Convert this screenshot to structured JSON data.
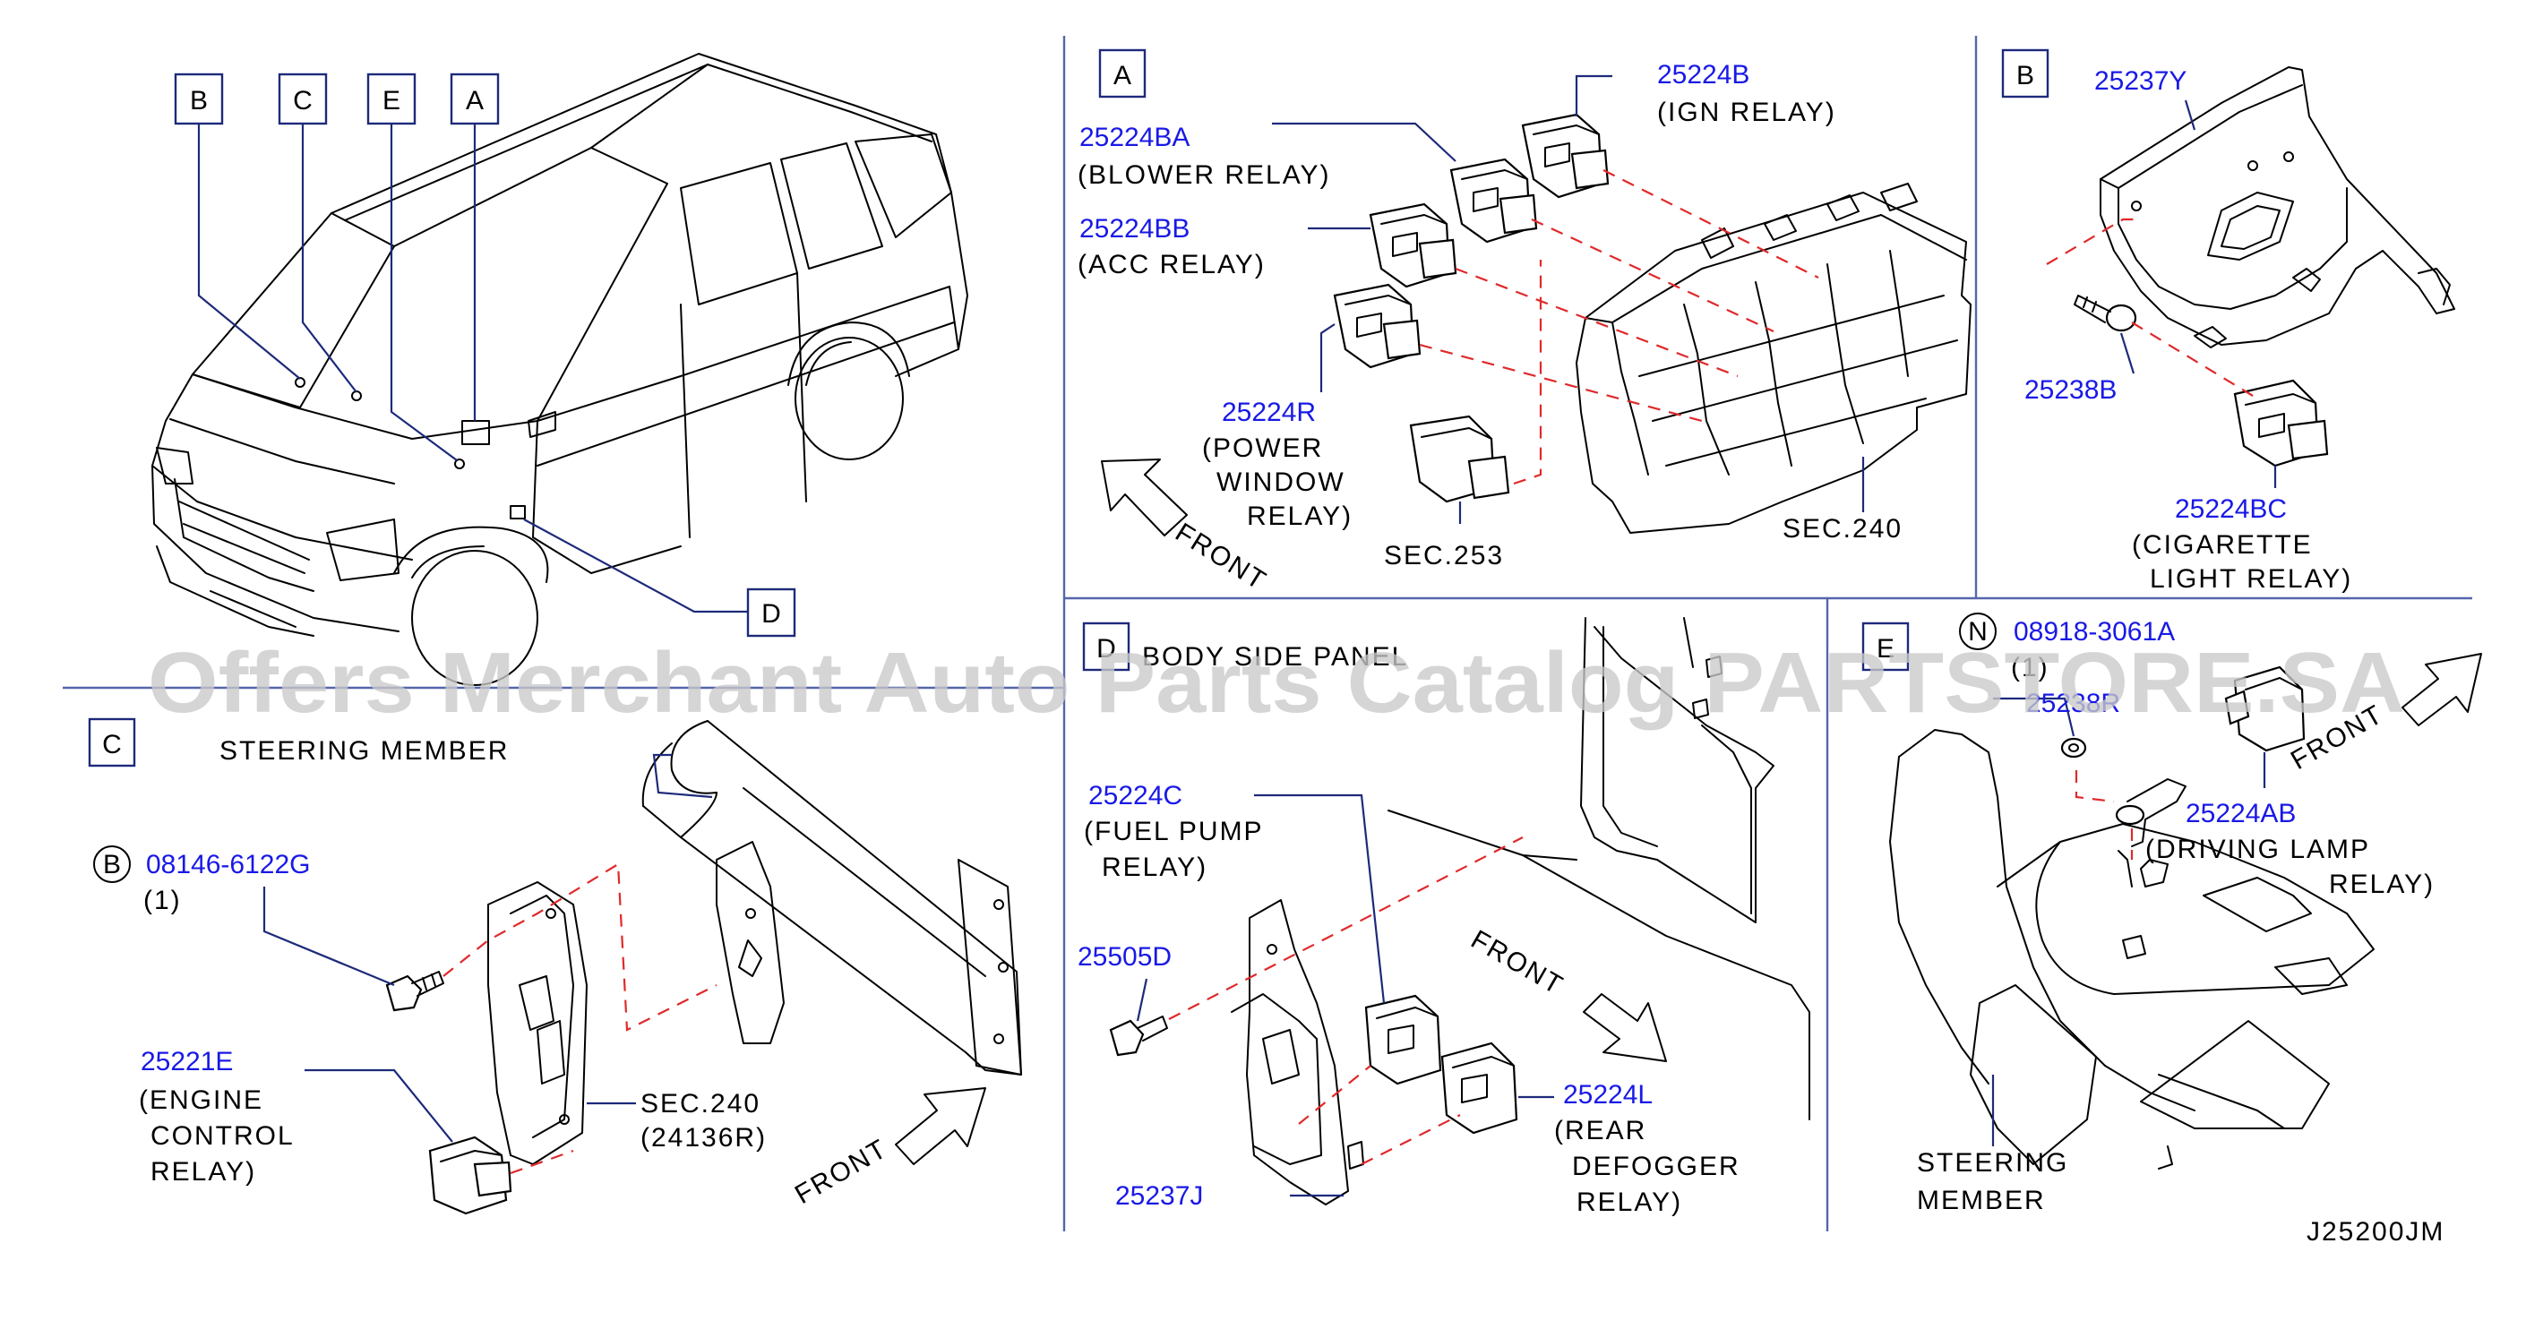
{
  "diagram_code": "J25200JM",
  "watermark": "Offers Merchant Auto Parts Catalog PARTSTORE.SA",
  "section_labels": [
    "A",
    "B",
    "C",
    "D",
    "E"
  ],
  "vehicle_callouts": [
    "B",
    "C",
    "E",
    "A",
    "D"
  ],
  "colors": {
    "part_number": "#1919e6",
    "text": "#000000",
    "leader": "#1d2a7a",
    "divider": "#5566aa",
    "phantom_line": "#e0292b"
  },
  "section_a": {
    "label": "A",
    "parts": [
      {
        "number": "25224B",
        "desc": [
          "(IGN  RELAY)"
        ]
      },
      {
        "number": "25224BA",
        "desc": [
          "(BLOWER  RELAY)"
        ]
      },
      {
        "number": "25224BB",
        "desc": [
          "(ACC  RELAY)"
        ]
      },
      {
        "number": "25224R",
        "desc": [
          "(POWER",
          "WINDOW",
          "RELAY)"
        ]
      }
    ],
    "refs": [
      "SEC.253",
      "SEC.240"
    ],
    "front": "FRONT"
  },
  "section_b": {
    "label": "B",
    "parts": [
      {
        "number": "25237Y",
        "desc": []
      },
      {
        "number": "25238B",
        "desc": []
      },
      {
        "number": "25224BC",
        "desc": [
          "(CIGARETTE",
          "LIGHT  RELAY)"
        ]
      }
    ]
  },
  "section_c": {
    "label": "C",
    "member": "STEERING  MEMBER",
    "parts": [
      {
        "marker": "B",
        "number": "08146-6122G",
        "qty": "(1)"
      },
      {
        "number": "25221E",
        "desc": [
          "(ENGINE",
          "CONTROL",
          "RELAY)"
        ]
      }
    ],
    "refs": [
      "SEC.240",
      "(24136R)"
    ],
    "front": "FRONT"
  },
  "section_d": {
    "label": "D",
    "panel": "BODY  SIDE  PANEL",
    "parts": [
      {
        "number": "25224C",
        "desc": [
          "(FUEL  PUMP",
          "RELAY)"
        ]
      },
      {
        "number": "25505D",
        "desc": []
      },
      {
        "number": "25224L",
        "desc": [
          "(REAR",
          "DEFOGGER",
          "RELAY)"
        ]
      },
      {
        "number": "25237J",
        "desc": []
      }
    ],
    "front": "FRONT"
  },
  "section_e": {
    "label": "E",
    "parts": [
      {
        "marker": "N",
        "number": "08918-3061A",
        "qty": "(1)"
      },
      {
        "number": "25238R",
        "desc": []
      },
      {
        "number": "25224AB",
        "desc": [
          "(DRIVING  LAMP",
          "RELAY)"
        ]
      }
    ],
    "member": [
      "STEERING",
      "MEMBER"
    ],
    "front": "FRONT"
  }
}
